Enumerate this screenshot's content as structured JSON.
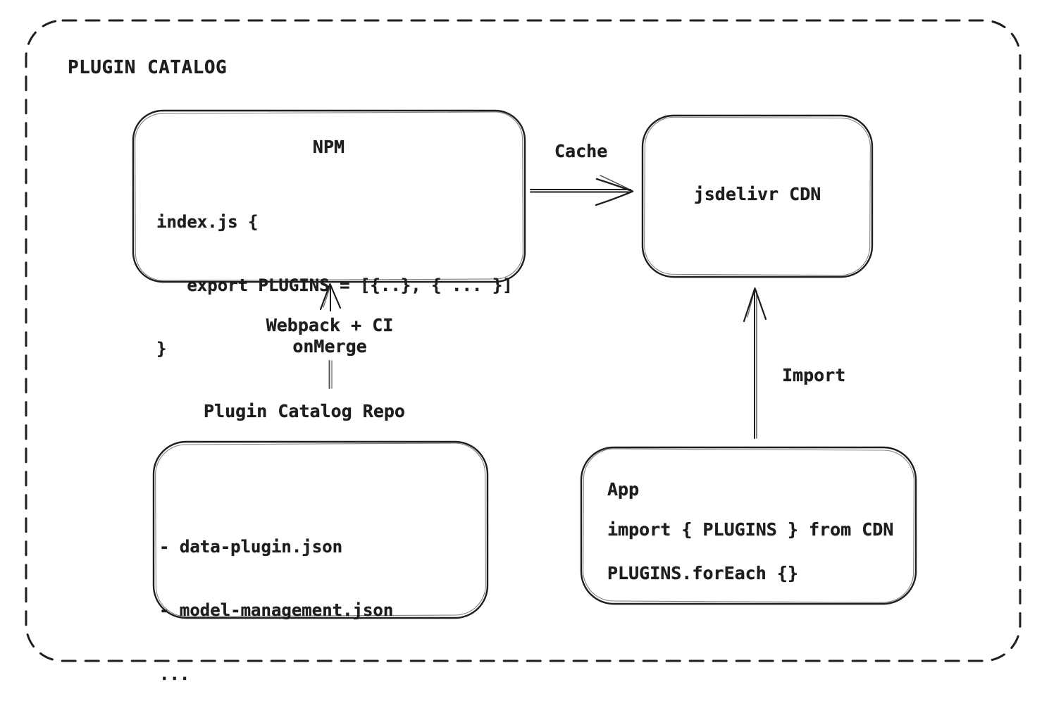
{
  "diagram": {
    "title": "PLUGIN CATALOG",
    "nodes": {
      "npm": {
        "title": "NPM",
        "code": [
          "index.js {",
          "   export PLUGINS = [{..}, { ... }]",
          "}"
        ]
      },
      "cdn": {
        "label": "jsdelivr CDN"
      },
      "repo": {
        "label": "Plugin Catalog Repo",
        "files": [
          "- data-plugin.json",
          "- model-management.json",
          "..."
        ]
      },
      "app": {
        "title": "App",
        "code": [
          "import { PLUGINS } from CDN",
          "PLUGINS.forEach {}"
        ]
      }
    },
    "edges": {
      "cache": {
        "label": "Cache",
        "from": "npm",
        "to": "cdn"
      },
      "build": {
        "label": [
          "Webpack + CI",
          "onMerge"
        ],
        "from": "repo",
        "to": "npm"
      },
      "import": {
        "label": "Import",
        "from": "app",
        "to": "cdn"
      }
    },
    "colors": {
      "stroke": "#1e1e1e",
      "background": "#ffffff"
    }
  }
}
